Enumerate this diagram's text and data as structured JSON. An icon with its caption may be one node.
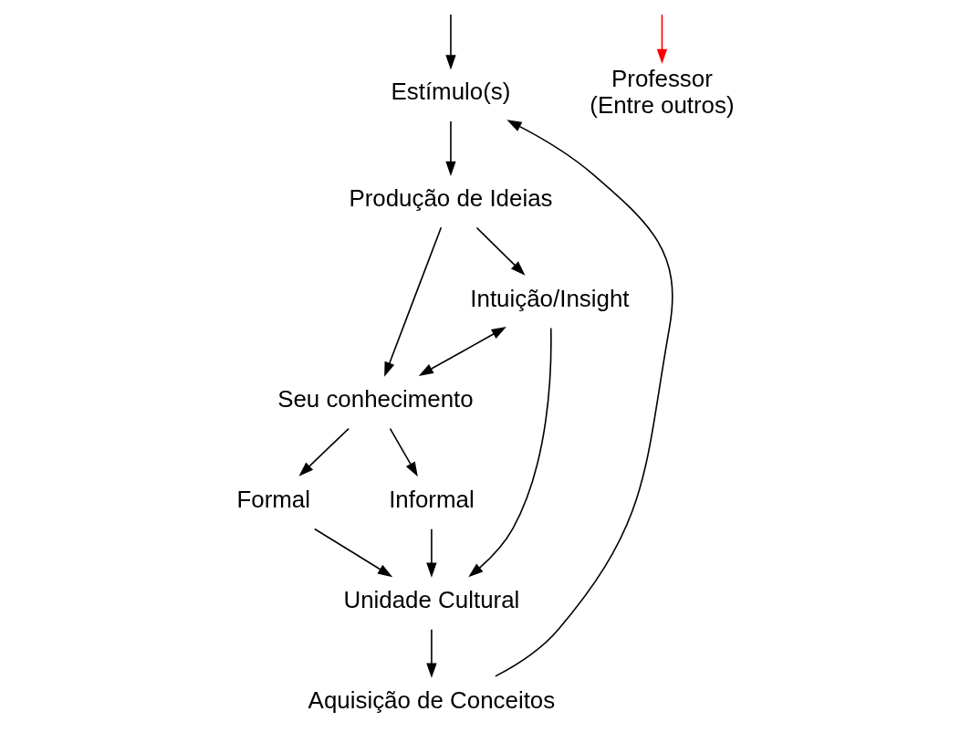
{
  "diagram": {
    "nodes": [
      {
        "text": [
          "Estímulo(s)"
        ]
      },
      {
        "text": [
          "Produção de Ideias"
        ]
      },
      {
        "text": [
          "Intuição/Insight"
        ]
      },
      {
        "text": [
          "Seu conhecimento"
        ]
      },
      {
        "text": [
          "Formal"
        ]
      },
      {
        "text": [
          "Informal"
        ]
      },
      {
        "text": [
          "Unidade Cultural"
        ]
      },
      {
        "text": [
          "Professor"
        ],
        "beside": [
          "(Entre outros)"
        ]
      },
      {
        "text": [
          "Aquisição de Conceitos"
        ]
      }
    ],
    "edges": [
      {
        "from": 0,
        "to": 1,
        "arrow": "to"
      },
      {
        "from": 1,
        "to": 2,
        "arrow": "to"
      },
      {
        "from": 1,
        "to": 3,
        "arrow": "to"
      },
      {
        "from": 2,
        "to": 3,
        "arrow": "both"
      },
      {
        "from": 3,
        "to": 4,
        "arrow": "to"
      },
      {
        "from": 3,
        "to": 5,
        "arrow": "to"
      },
      {
        "from": 2,
        "to": 6,
        "arrow": "to"
      },
      {
        "from": 4,
        "to": 6,
        "arrow": "to"
      },
      {
        "from": 5,
        "to": 6,
        "arrow": "to"
      },
      {
        "from": 6,
        "to": 8,
        "arrow": "to"
      },
      {
        "from": 8,
        "to": 0,
        "arrow": "to"
      },
      {
        "from": null,
        "to": 0,
        "arrow": "to"
      },
      {
        "from": null,
        "to": 7,
        "arrow": "to",
        "color": "#ff0000"
      }
    ]
  }
}
